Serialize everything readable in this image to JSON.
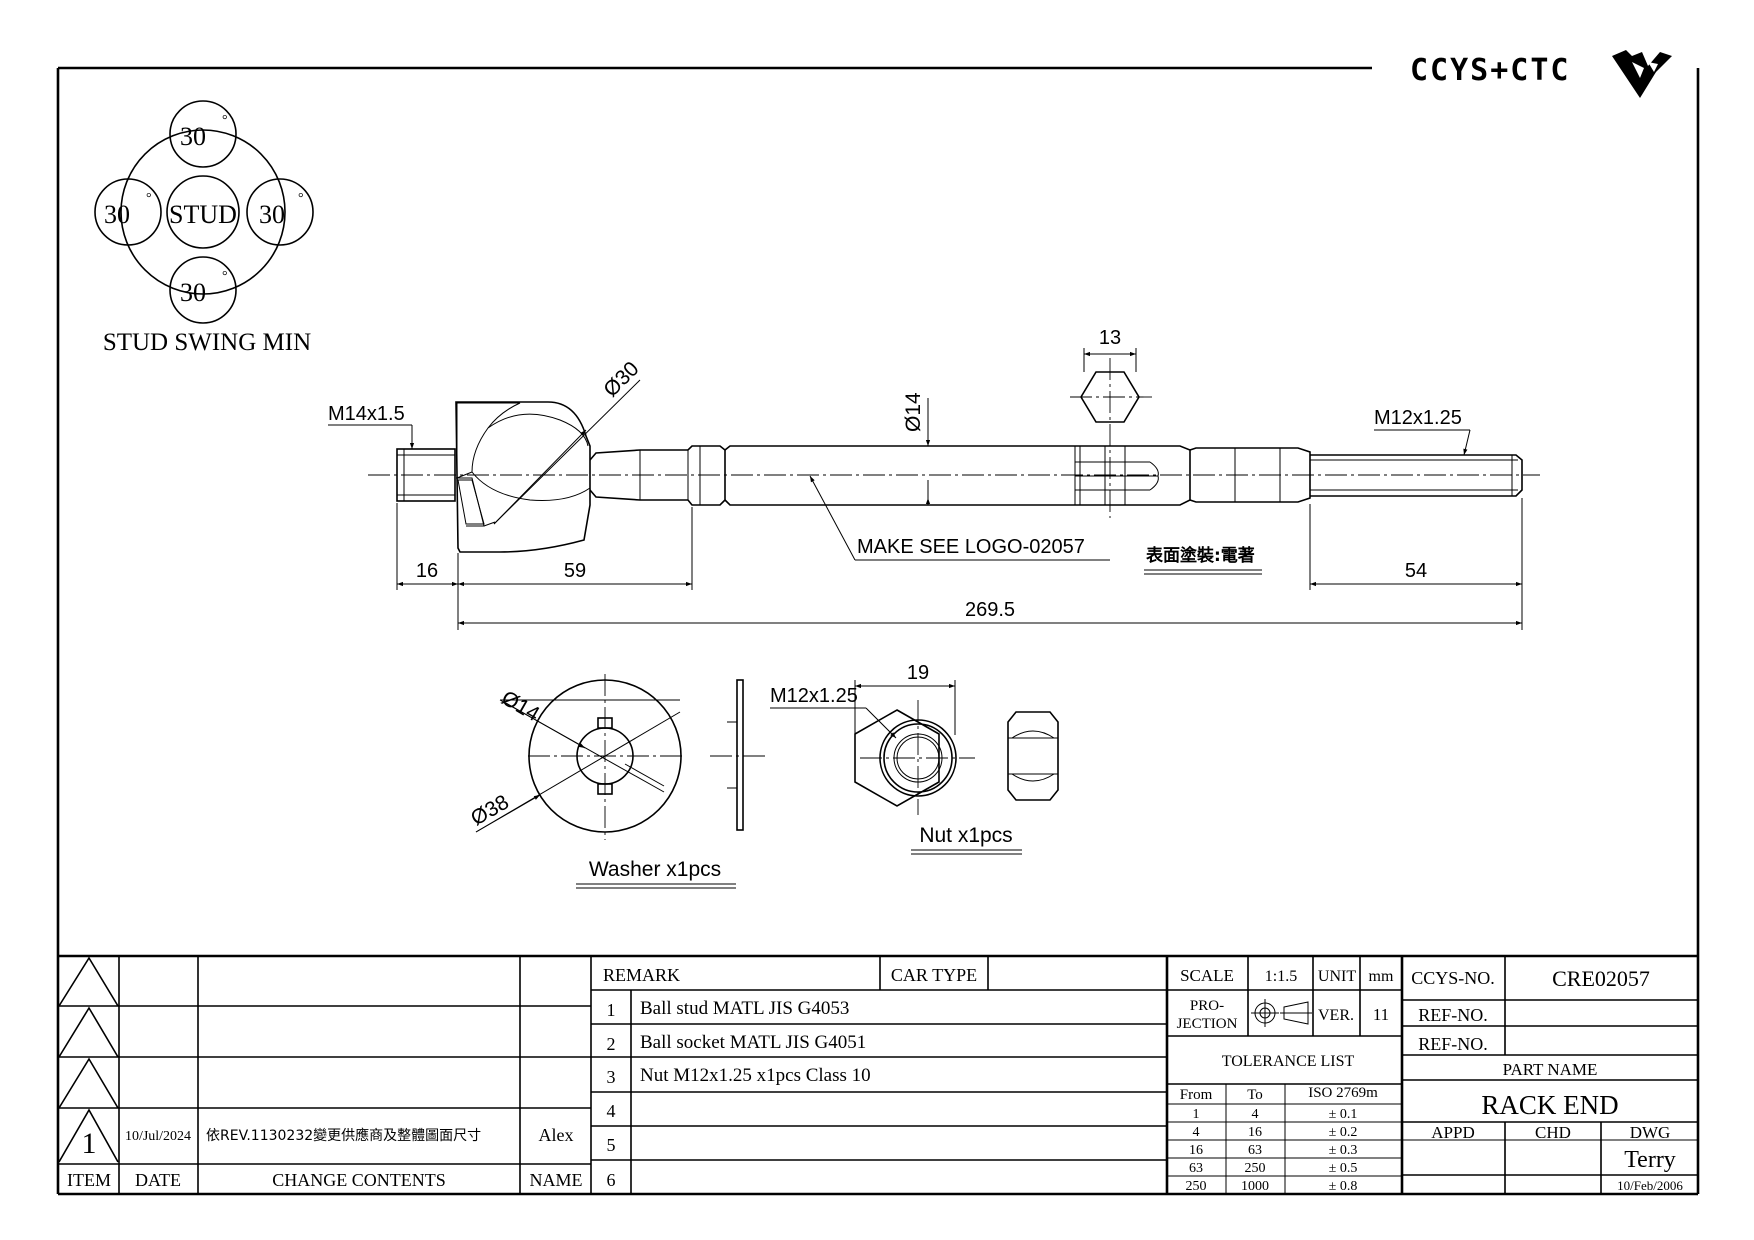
{
  "logo": {
    "text": "CCYS+CTC"
  },
  "stud_swing": {
    "caption": "STUD SWING MIN",
    "center_label": "STUD",
    "angles": [
      "30",
      "30",
      "30",
      "30"
    ],
    "degree_symbol": "°"
  },
  "main_view": {
    "thread_left": "M14x1.5",
    "ball_dia": "Ø30",
    "shaft_dia": "Ø14",
    "hex_width": "13",
    "thread_right": "M12x1.25",
    "dim_16": "16",
    "dim_59": "59",
    "dim_54": "54",
    "overall_length": "269.5",
    "logo_note": "MAKE SEE LOGO-02057",
    "surface_note": "表面塗裝:電著"
  },
  "washer": {
    "inner_dia": "Ø14",
    "outer_dia": "Ø38",
    "caption": "Washer x1pcs"
  },
  "nut": {
    "thread": "M12x1.25",
    "across_flats": "19",
    "caption": "Nut x1pcs"
  },
  "revision_table": {
    "headers": {
      "item": "ITEM",
      "date": "DATE",
      "contents": "CHANGE CONTENTS",
      "name": "NAME"
    },
    "rows": [
      {
        "item": "",
        "date": "",
        "contents": "",
        "name": ""
      },
      {
        "item": "",
        "date": "",
        "contents": "",
        "name": ""
      },
      {
        "item": "",
        "date": "",
        "contents": "",
        "name": ""
      },
      {
        "item": "1",
        "date": "10/Jul/2024",
        "contents": "依REV.1130232變更供應商及整體圖面尺寸",
        "name": "Alex"
      }
    ]
  },
  "remark_table": {
    "remark_label": "REMARK",
    "car_type_label": "CAR TYPE",
    "car_type_value": "",
    "rows": [
      {
        "no": "1",
        "text": "Ball stud MATL JIS G4053"
      },
      {
        "no": "2",
        "text": "Ball socket MATL JIS G4051"
      },
      {
        "no": "3",
        "text": "Nut M12x1.25 x1pcs Class 10"
      },
      {
        "no": "4",
        "text": ""
      },
      {
        "no": "5",
        "text": ""
      },
      {
        "no": "6",
        "text": ""
      }
    ]
  },
  "spec_table": {
    "scale_label": "SCALE",
    "scale_value": "1:1.5",
    "unit_label": "UNIT",
    "unit_value": "mm",
    "projection_label_1": "PRO-",
    "projection_label_2": "JECTION",
    "ver_label": "VER.",
    "ver_value": "11",
    "tolerance_title": "TOLERANCE LIST",
    "tol_headers": [
      "From",
      "To",
      "ISO 2769m"
    ],
    "tolerances": [
      {
        "from": "1",
        "to": "4",
        "tol": "± 0.1"
      },
      {
        "from": "4",
        "to": "16",
        "tol": "± 0.2"
      },
      {
        "from": "16",
        "to": "63",
        "tol": "± 0.3"
      },
      {
        "from": "63",
        "to": "250",
        "tol": "± 0.5"
      },
      {
        "from": "250",
        "to": "1000",
        "tol": "± 0.8"
      }
    ]
  },
  "title_block": {
    "ccys_no_label": "CCYS-NO.",
    "ccys_no_value": "CRE02057",
    "ref_no_label_1": "REF-NO.",
    "ref_no_value_1": "",
    "ref_no_label_2": "REF-NO.",
    "ref_no_value_2": "",
    "part_name_label": "PART NAME",
    "part_name_value": "RACK END",
    "appd_label": "APPD",
    "chd_label": "CHD",
    "dwg_label": "DWG",
    "drawer": "Terry",
    "drawn_date": "10/Feb/2006"
  }
}
